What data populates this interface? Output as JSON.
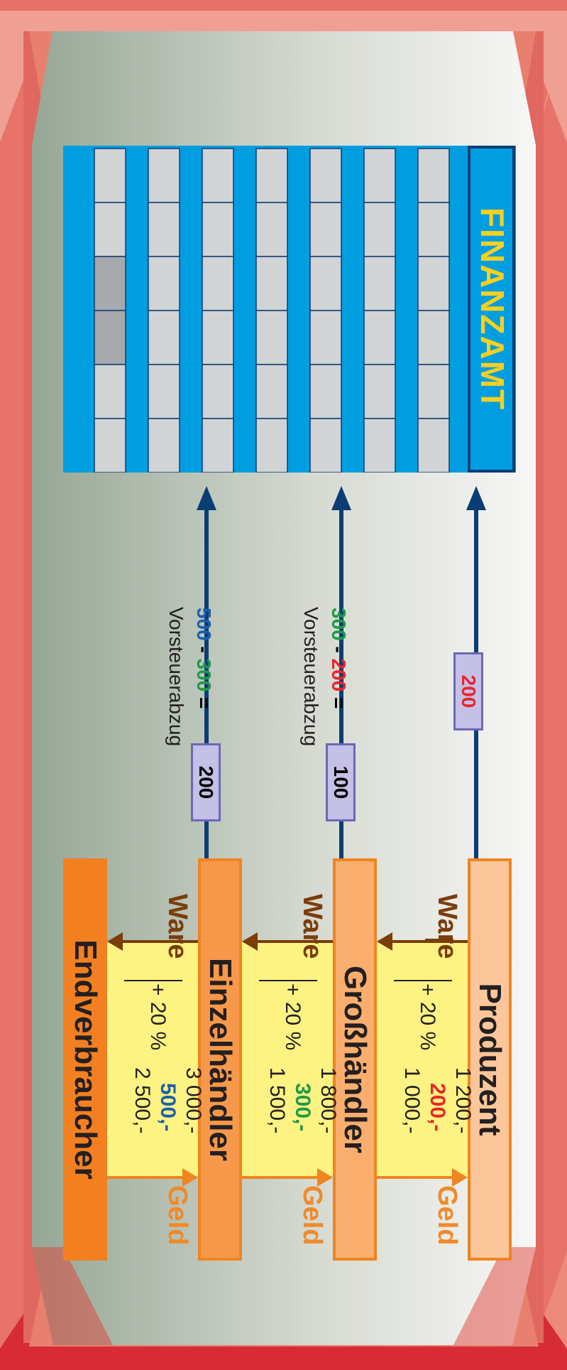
{
  "building": {
    "label": "FINANZAMT"
  },
  "chain": [
    {
      "role": "Produzent",
      "base": "1 000,-",
      "vat_rate": "+ 20 %",
      "vat": "200,-",
      "total": "1 200,-",
      "vat_color": "#e8262c"
    },
    {
      "role": "Großhändler",
      "base": "1 500,-",
      "vat_rate": "+ 20 %",
      "vat": "300,-",
      "total": "1 800,-",
      "vat_color": "#1f9a4a"
    },
    {
      "role": "Einzelhändler",
      "base": "2 500,-",
      "vat_rate": "+ 20 %",
      "vat": "500,-",
      "total": "3 000,-",
      "vat_color": "#1c5fae"
    },
    {
      "role": "Endverbraucher"
    }
  ],
  "flow_labels": {
    "goods": "Ware",
    "money": "Geld"
  },
  "payments": [
    {
      "result": "200"
    },
    {
      "a": "300",
      "minus": "-",
      "b": "200",
      "equals": "=",
      "result": "100",
      "note": "Vorsteuerabzug",
      "a_color": "#1f9a4a",
      "b_color": "#e8262c"
    },
    {
      "a": "500",
      "minus": "-",
      "b": "300",
      "equals": "=",
      "result": "200",
      "note": "Vorsteuerabzug",
      "a_color": "#1c5fae",
      "b_color": "#1f9a4a"
    }
  ],
  "colors": {
    "frame": "#e8736a",
    "building_blue": "#009ee0",
    "arrow_navy": "#0b3d75",
    "produzent_fill": "#fbc79a",
    "grosshaendler_fill": "#f9ae6e",
    "einzelhaendler_fill": "#f7984a",
    "endverbraucher_fill": "#f28021"
  }
}
